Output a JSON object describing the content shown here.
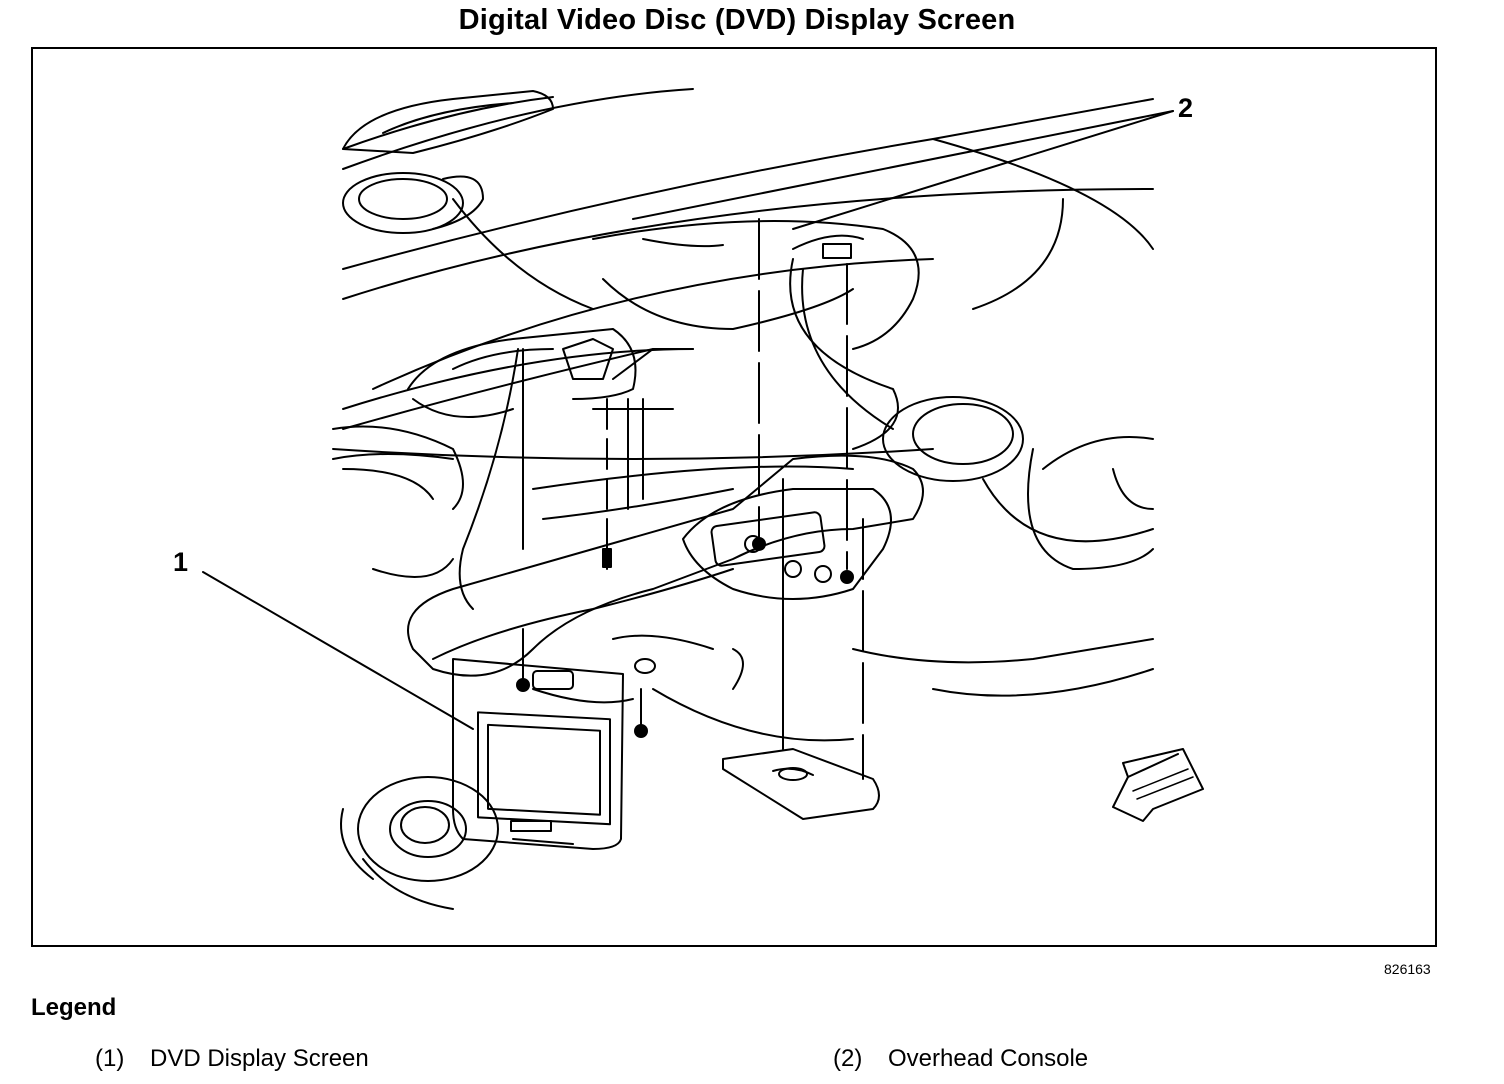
{
  "title": "Digital Video Disc (DVD) Display Screen",
  "figure_id": "826163",
  "callouts": [
    {
      "number": "1"
    },
    {
      "number": "2"
    }
  ],
  "legend": {
    "heading": "Legend",
    "items": [
      {
        "number": "(1)",
        "label": "DVD Display Screen"
      },
      {
        "number": "(2)",
        "label": "Overhead Console"
      }
    ]
  }
}
